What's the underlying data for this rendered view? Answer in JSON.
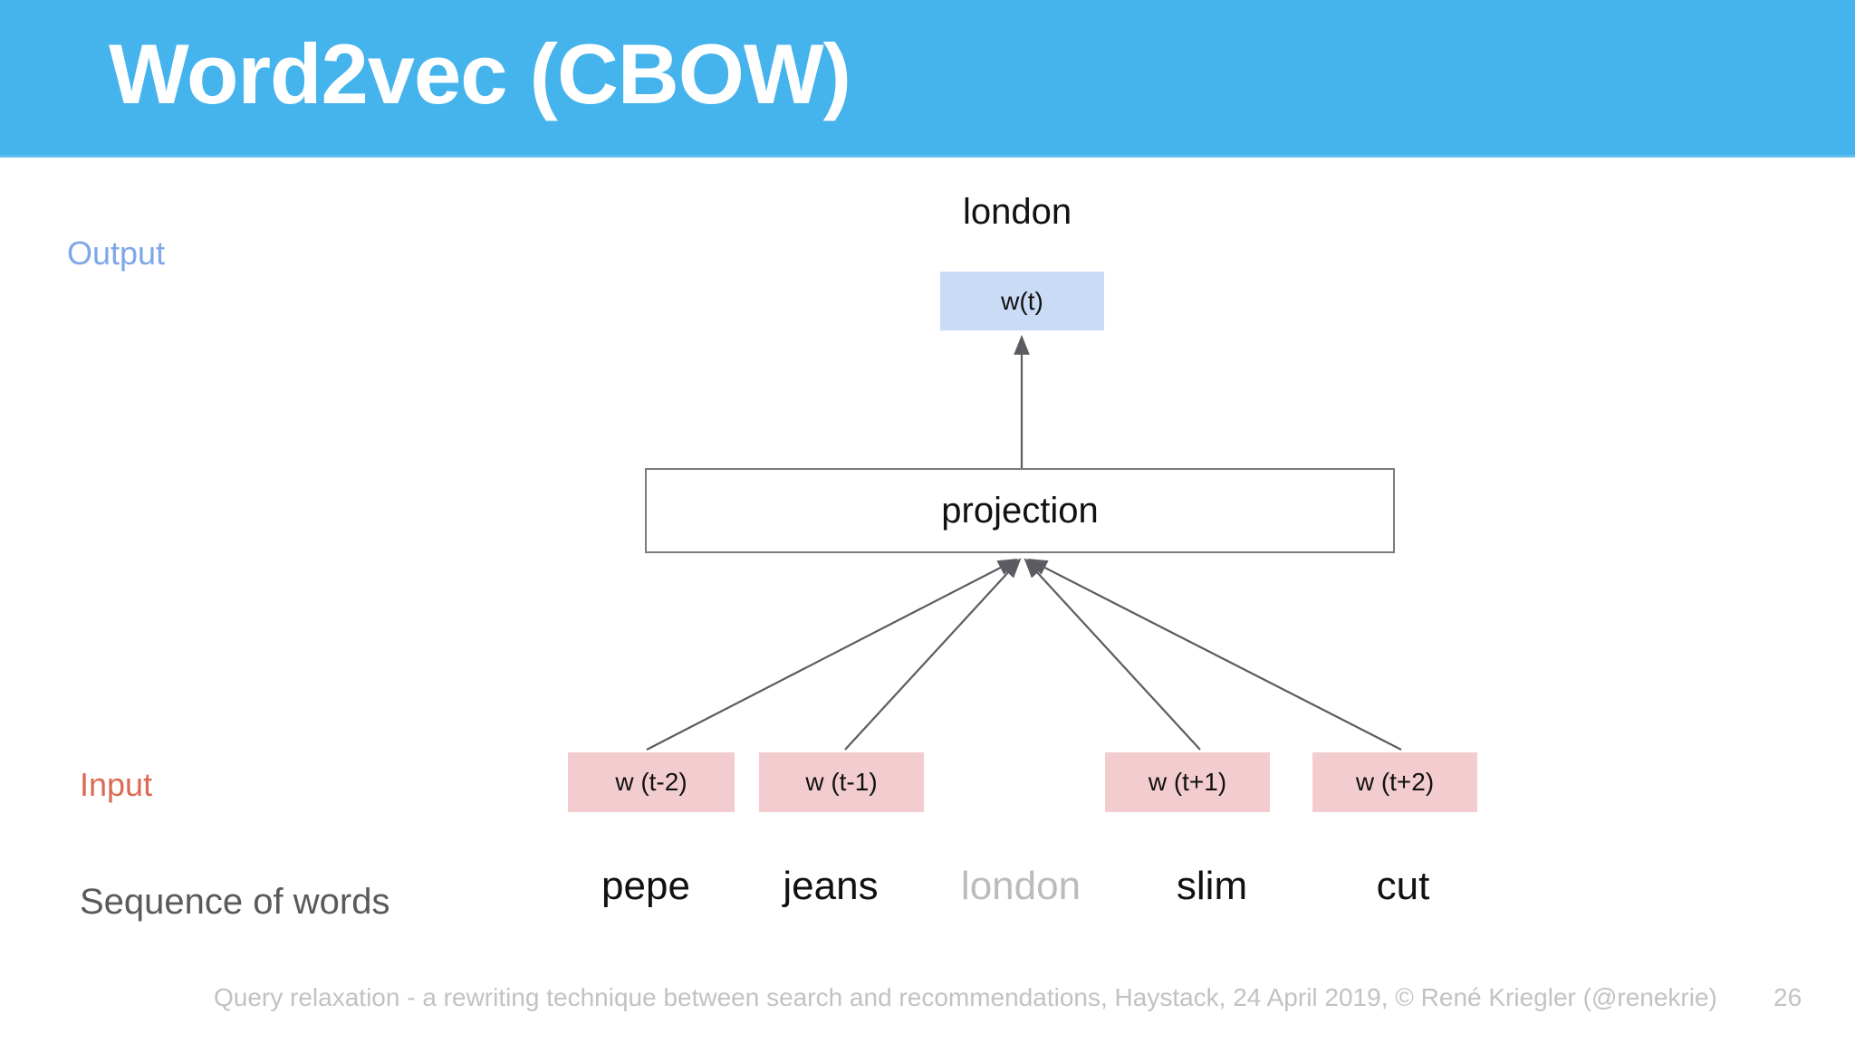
{
  "slide": {
    "title": "Word2vec (CBOW)",
    "banner_color": "#45b3ec",
    "background": "#ffffff"
  },
  "labels": {
    "output": "Output",
    "output_color": "#7da7e8",
    "input": "Input",
    "input_color": "#db6a53",
    "sequence": "Sequence of words",
    "sequence_color": "#5a5a5a"
  },
  "diagram": {
    "target_word": "london",
    "output_node": {
      "label": "w(t)",
      "fill": "#cadbf6"
    },
    "projection_node": {
      "label": "projection",
      "fill": "#ffffff",
      "border": "#7b7b7f"
    },
    "input_nodes": [
      {
        "label": "w (t-2)",
        "fill": "#f3ccd0"
      },
      {
        "label": "w (t-1)",
        "fill": "#f3ccd0"
      },
      {
        "label": "w (t+1)",
        "fill": "#f3ccd0"
      },
      {
        "label": "w (t+2)",
        "fill": "#f3ccd0"
      }
    ],
    "sequence_words": [
      {
        "text": "pepe",
        "muted": false
      },
      {
        "text": "jeans",
        "muted": false
      },
      {
        "text": "london",
        "muted": true
      },
      {
        "text": "slim",
        "muted": false
      },
      {
        "text": "cut",
        "muted": false
      }
    ],
    "connector_color": "#5b5b61"
  },
  "footer": {
    "text": "Query relaxation - a rewriting technique between search and recommendations, Haystack, 24 April 2019, © René Kriegler (@renekrie)",
    "page_number": "26",
    "color": "#c2c2c2"
  }
}
